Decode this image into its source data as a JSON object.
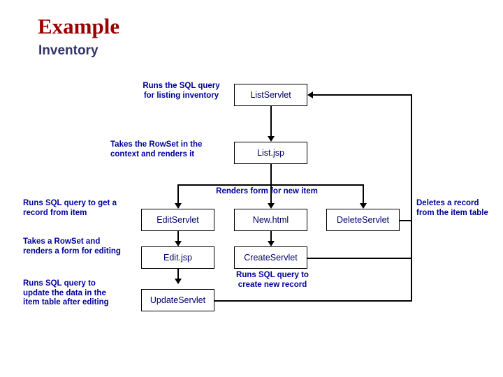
{
  "slide": {
    "title": "Example",
    "subtitle": "Inventory",
    "title_color": "#990000",
    "subtitle_color": "#333366",
    "background": "#ffffff"
  },
  "diagram": {
    "node_text_color": "#000066",
    "note_text_color": "#000099",
    "connector_color": "#000000",
    "nodes": [
      {
        "id": "list-servlet",
        "label": "ListServlet"
      },
      {
        "id": "list-jsp",
        "label": "List.jsp"
      },
      {
        "id": "edit-servlet",
        "label": "EditServlet"
      },
      {
        "id": "new-html",
        "label": "New.html"
      },
      {
        "id": "delete-servlet",
        "label": "DeleteServlet"
      },
      {
        "id": "edit-jsp",
        "label": "Edit.jsp"
      },
      {
        "id": "create-servlet",
        "label": "CreateServlet"
      },
      {
        "id": "update-servlet",
        "label": "UpdateServlet"
      }
    ],
    "notes": [
      {
        "id": "note-list-servlet",
        "line1": "Runs the SQL query",
        "line2": "for listing inventory"
      },
      {
        "id": "note-list-jsp",
        "line1": "Takes the RowSet in the",
        "line2": "context and renders it"
      },
      {
        "id": "note-renders-form",
        "line1": "Renders form for new item"
      },
      {
        "id": "note-edit-servlet",
        "line1": "Runs SQL query to get a",
        "line2": "record from item"
      },
      {
        "id": "note-edit-jsp",
        "line1": "Takes a RowSet and",
        "line2": "renders a form for editing"
      },
      {
        "id": "note-update-servlet",
        "line1": "Runs SQL query to",
        "line2": "update the data in the",
        "line3": "item table after editing"
      },
      {
        "id": "note-create-servlet",
        "line1": "Runs SQL query to",
        "line2": "create new record"
      },
      {
        "id": "note-delete-servlet",
        "line1": "Deletes a record",
        "line2": "from the item table"
      }
    ]
  }
}
